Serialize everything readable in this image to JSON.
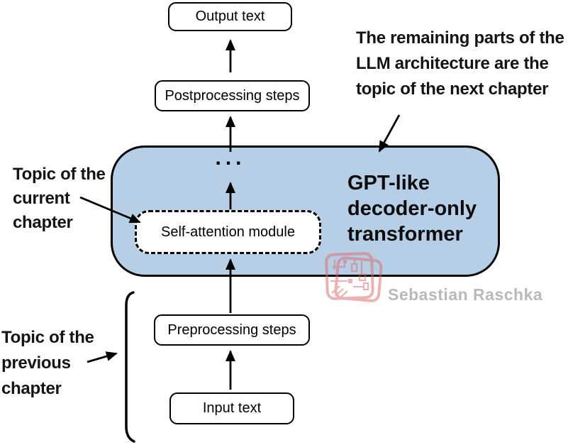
{
  "diagram": {
    "boxes": {
      "output": "Output text",
      "postprocessing": "Postprocessing steps",
      "self_attention": "Self-attention module",
      "preprocessing": "Preprocessing steps",
      "input": "Input text"
    },
    "transformer": {
      "lines": [
        "GPT-like",
        "decoder-only",
        "transformer"
      ]
    },
    "ellipsis": "..."
  },
  "annotations": {
    "next_chapter": {
      "lines": [
        "The remaining parts of the",
        "LLM architecture are the",
        "topic of the next chapter"
      ]
    },
    "current_chapter": {
      "lines": [
        "Topic of the",
        "current",
        "chapter"
      ]
    },
    "previous_chapter": {
      "lines": [
        "Topic of the",
        "previous",
        "chapter"
      ]
    }
  },
  "watermark": {
    "author": "Sebastian Raschka"
  },
  "colors": {
    "transformer_fill": "#b7cfe6",
    "line": "#000000",
    "watermark_red": "#dd6666",
    "watermark_gray": "#b9b9b9"
  }
}
